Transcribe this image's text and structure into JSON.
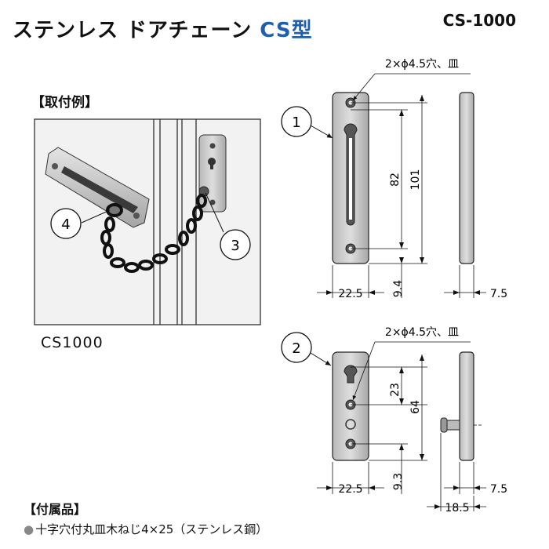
{
  "header": {
    "title": "ステンレス ドアチェーン ",
    "model_type": "CS型",
    "model_code": "CS-1000"
  },
  "example": {
    "label": "【取付例】",
    "caption": "CS1000",
    "callouts": [
      "4",
      "3"
    ]
  },
  "part1": {
    "number": "1",
    "hole_note": "2×ϕ4.5穴、皿",
    "dim_height_outer": "101",
    "dim_height_inner": "82",
    "dim_width": "22.5",
    "dim_bottom": "9.4",
    "dim_thickness": "7.5"
  },
  "part2": {
    "number": "2",
    "hole_note": "2×ϕ4.5穴、皿",
    "dim_height_outer": "64",
    "dim_height_inner": "23",
    "dim_width": "22.5",
    "dim_bottom": "9.3",
    "dim_thickness": "7.5",
    "dim_depth": "18.5"
  },
  "accessories": {
    "heading": "【付属品】",
    "bullet": "●",
    "item": "十字穴付丸皿木ねじ4×25（ステンレス鋼）"
  }
}
